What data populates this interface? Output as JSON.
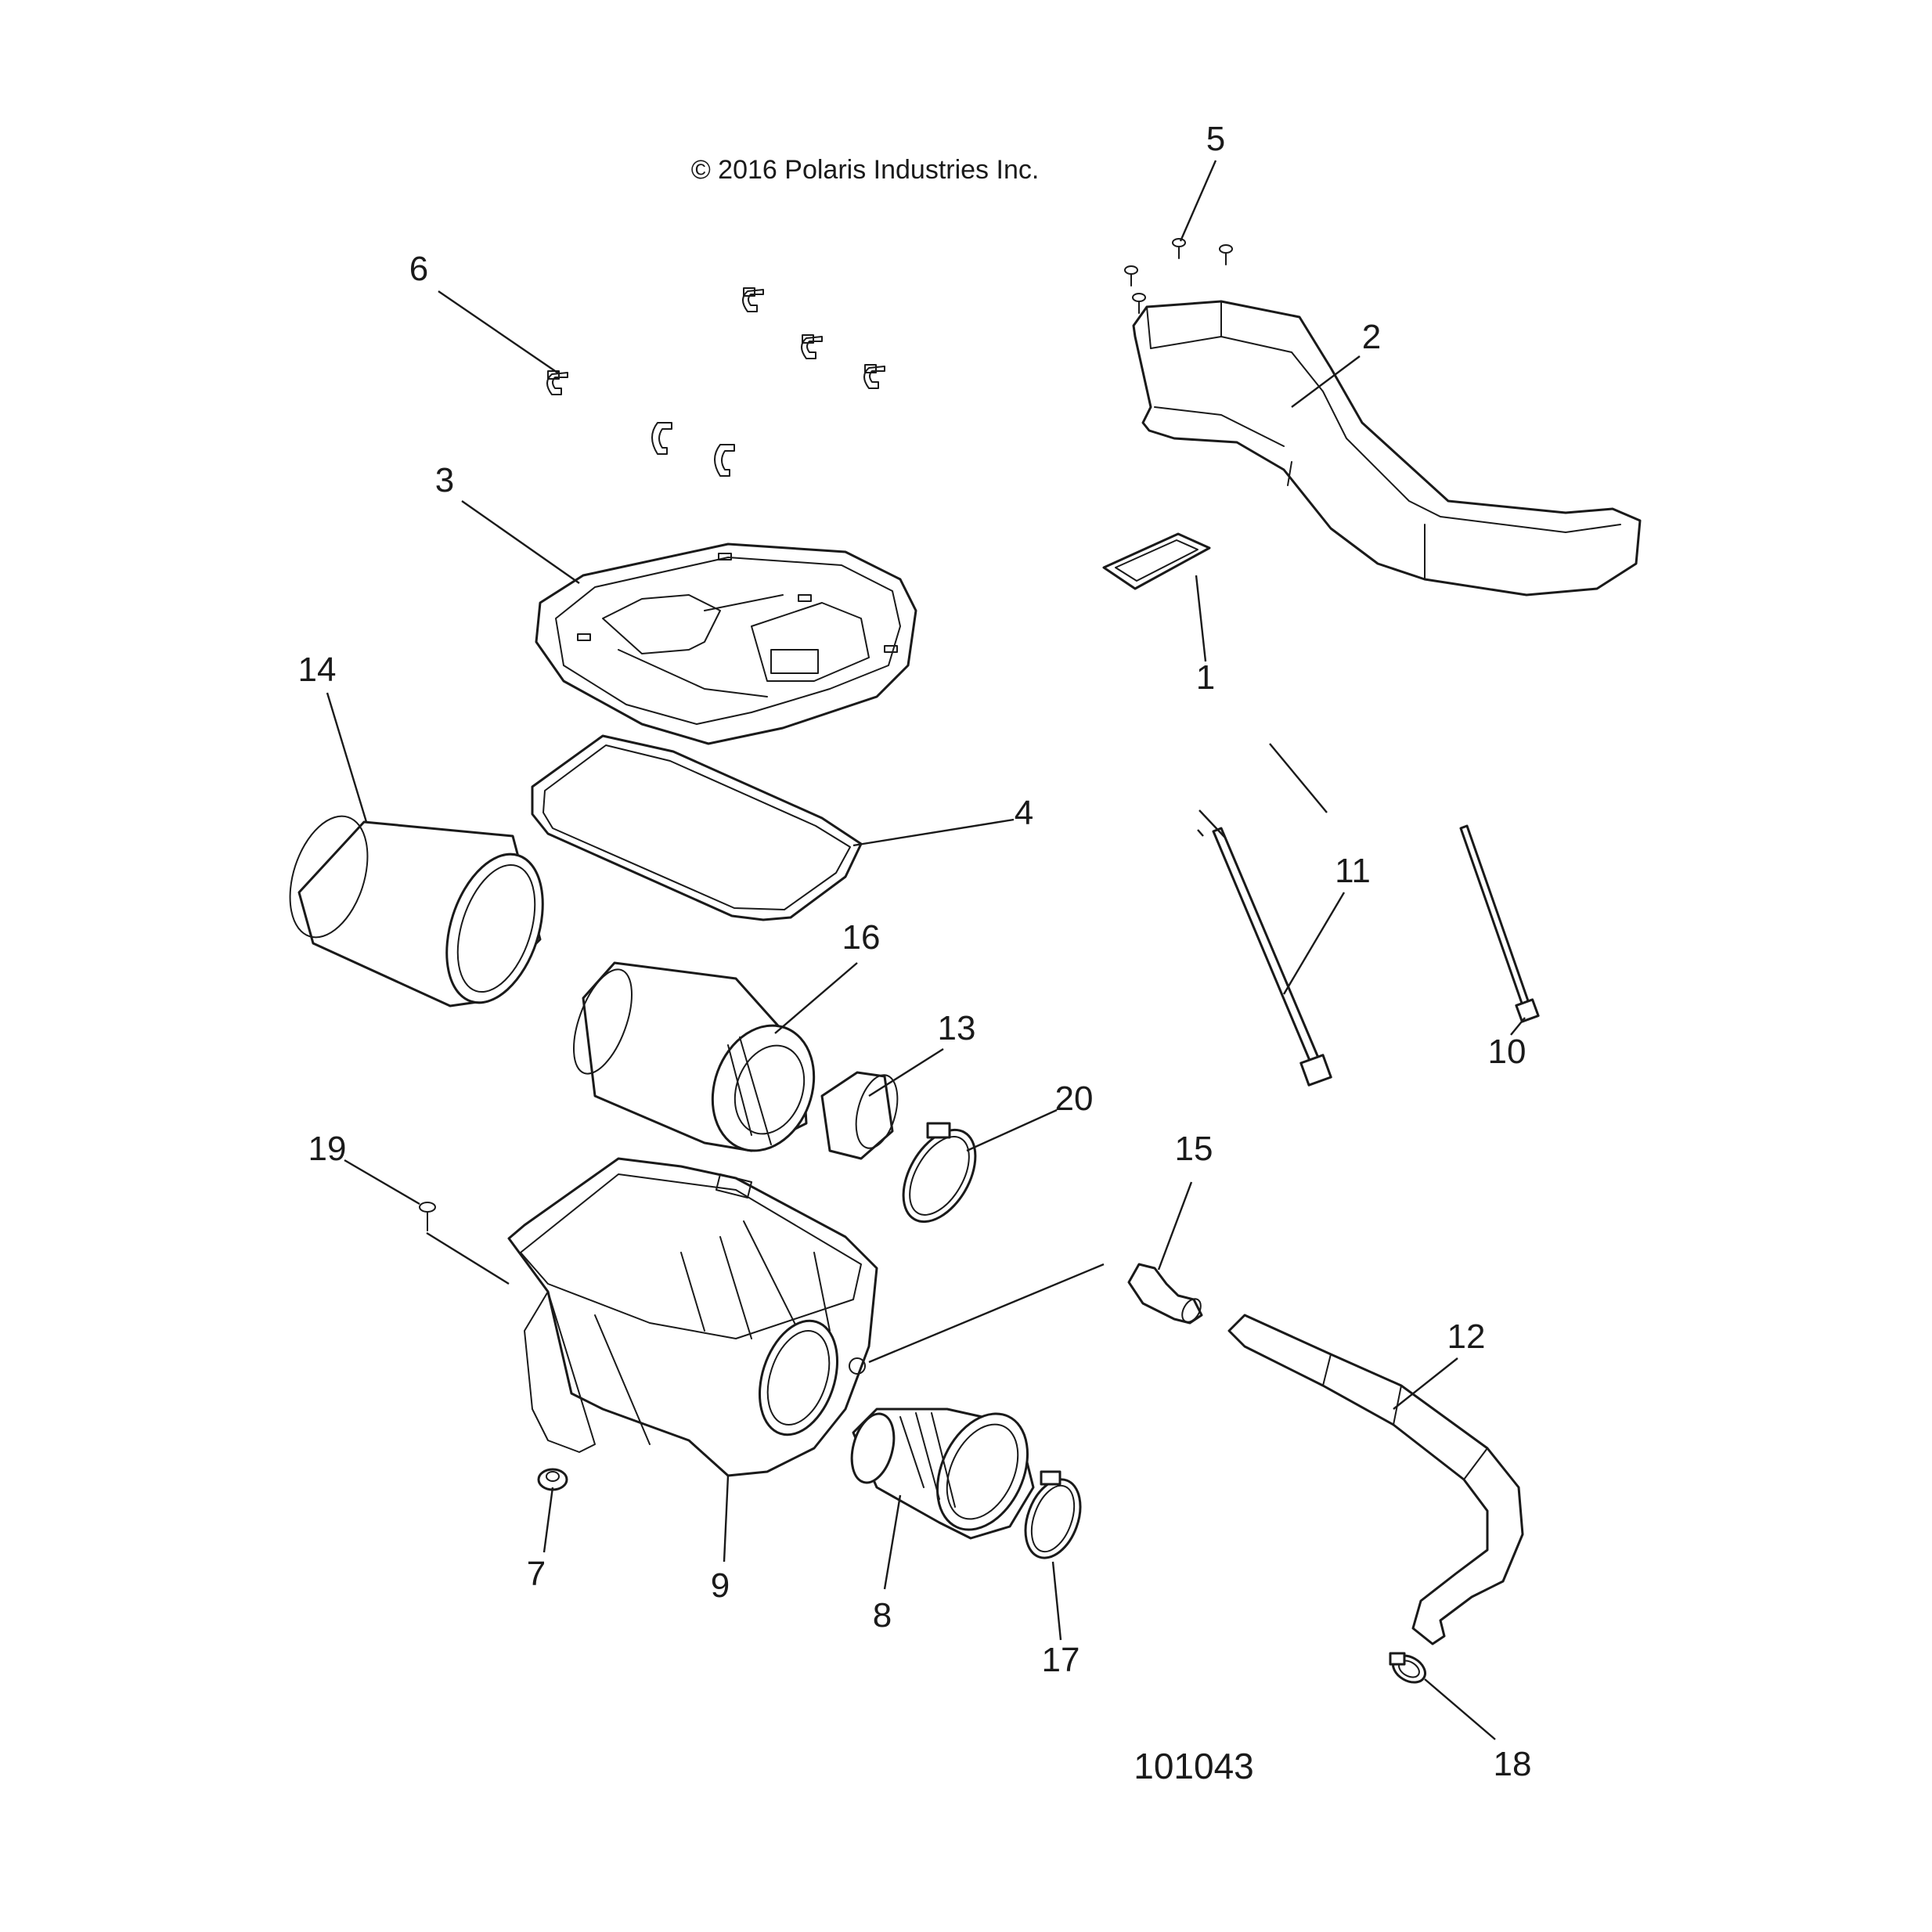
{
  "copyright": "© 2016 Polaris Industries Inc.",
  "figure_number": "101043",
  "callouts": {
    "c1": "1",
    "c2": "2",
    "c3": "3",
    "c4": "4",
    "c5": "5",
    "c6": "6",
    "c7": "7",
    "c8": "8",
    "c9": "9",
    "c10": "10",
    "c11": "11",
    "c12": "12",
    "c13": "13",
    "c14": "14",
    "c15": "15",
    "c16": "16",
    "c17": "17",
    "c18": "18",
    "c19": "19",
    "c20": "20"
  }
}
